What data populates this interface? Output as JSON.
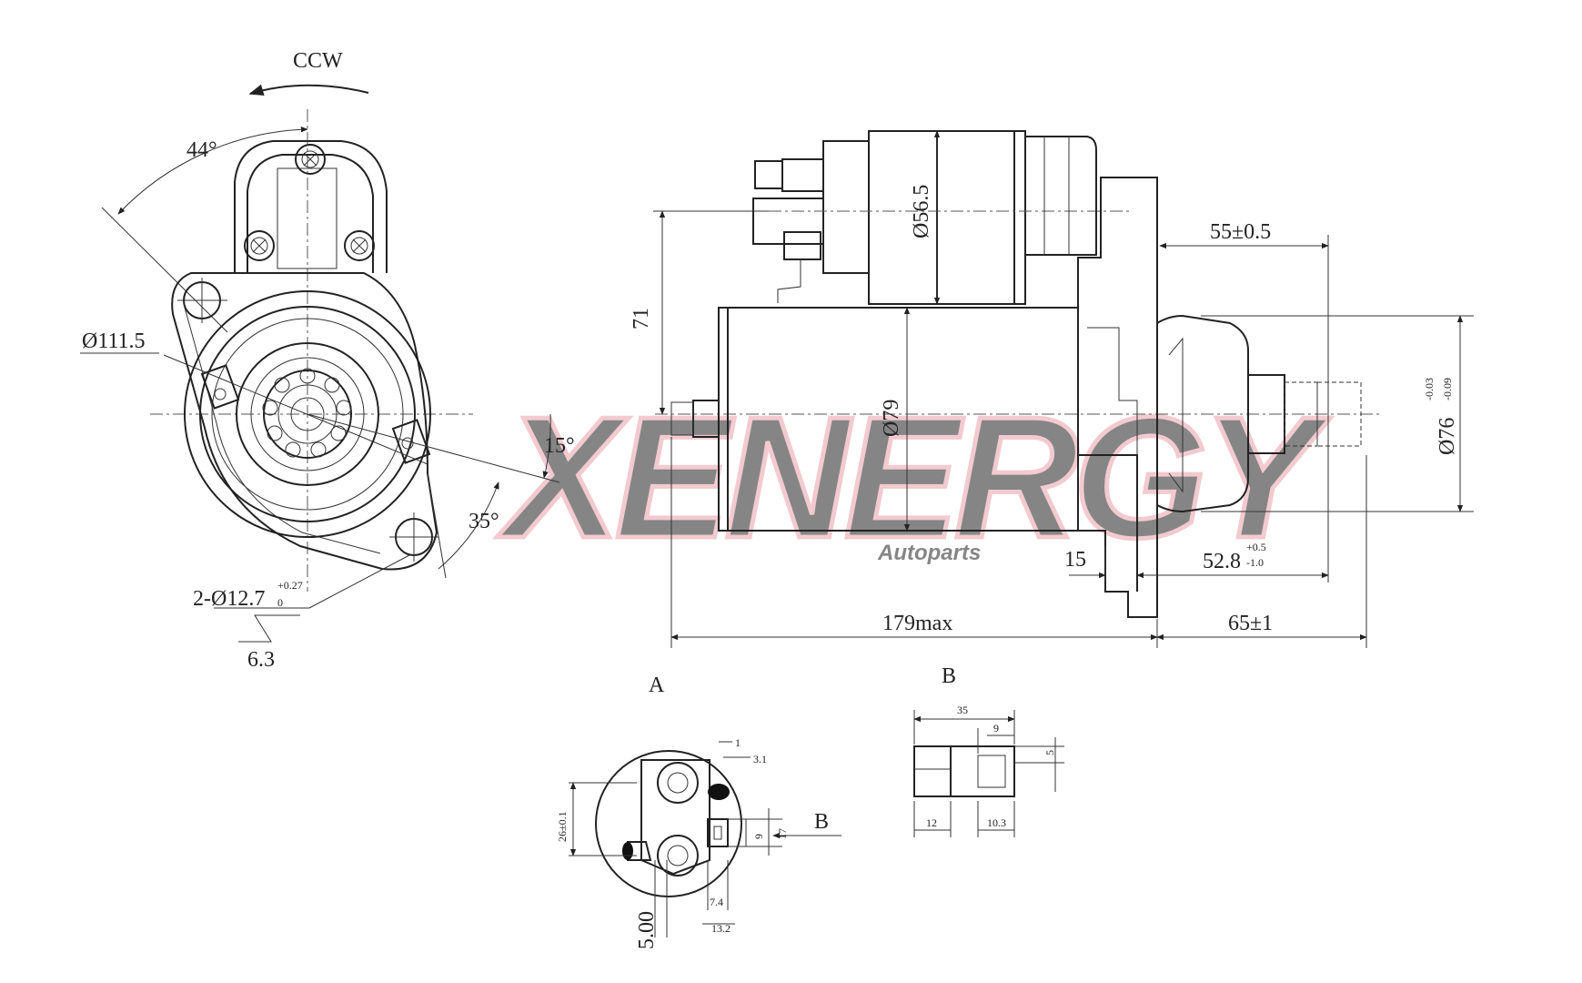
{
  "front_view": {
    "rotation": "CCW",
    "angle_top": "44°",
    "diameter": "Ø111.5",
    "angle_right": "15°",
    "angle_bottom": "35°",
    "holes_main": "2-Ø12.7",
    "holes_tol_upper": "+0.27",
    "holes_tol_lower": "0",
    "roughness": "6.3"
  },
  "side_view": {
    "solenoid_diameter": "Ø56.5",
    "height_71": "71",
    "body_diameter": "Ø79",
    "dim_55": "55±0.5",
    "pilot_diameter_main": "Ø76",
    "pilot_tol_upper": "-0.03",
    "pilot_tol_lower": "-0.09",
    "dim_15": "15",
    "dim_52_main": "52.8",
    "dim_52_tol_upper": "+0.5",
    "dim_52_tol_lower": "-1.0",
    "overall_length": "179max",
    "dim_65": "65±1"
  },
  "view_a": {
    "label": "A",
    "d1": "1",
    "d31": "3.1",
    "d26": "26±0.1",
    "d9": "9",
    "d17": "17",
    "ref_b": "B",
    "d74": "7.4",
    "d500": "5.00",
    "d132": "13.2"
  },
  "view_b": {
    "label": "B",
    "d35": "35",
    "d9": "9",
    "d5": "5",
    "d12": "12",
    "d103": "10.3"
  },
  "watermark": {
    "brand": "XENERGY",
    "sub": "Autoparts",
    "reg": "®",
    "color": "#e8a0a8"
  }
}
